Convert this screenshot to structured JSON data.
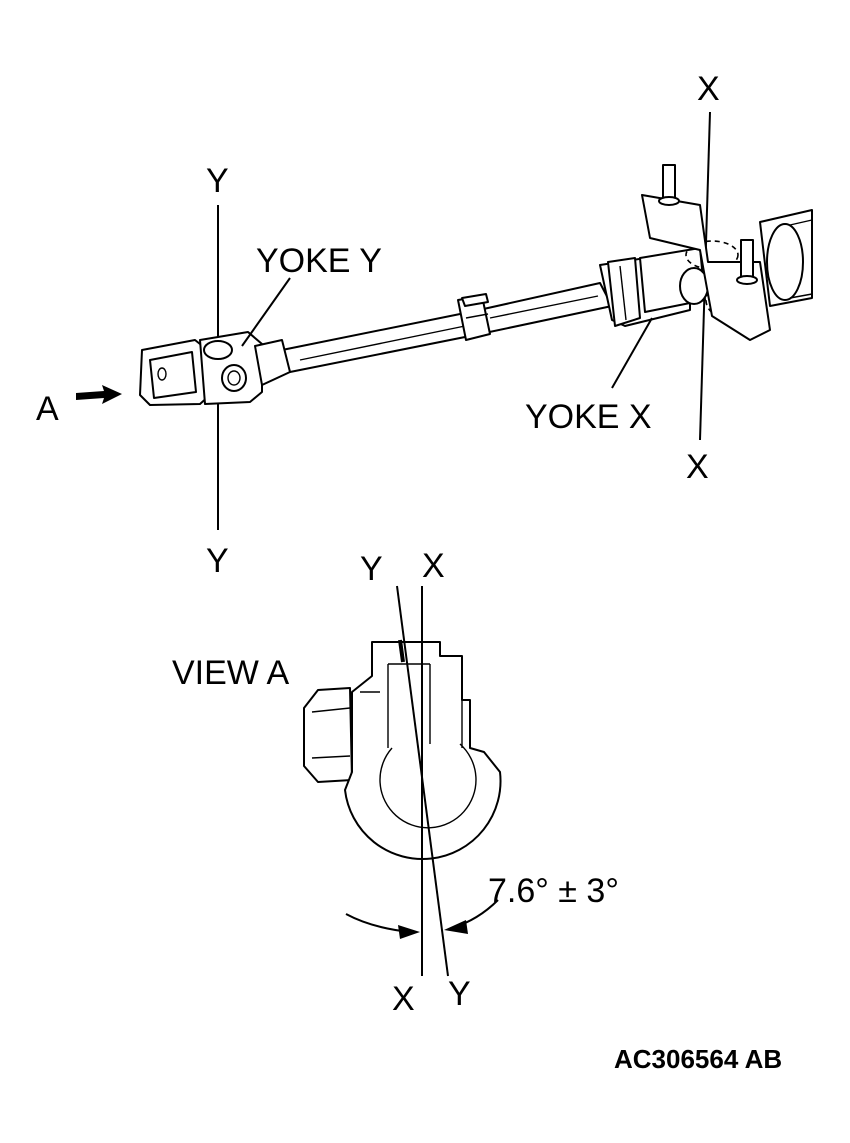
{
  "labels": {
    "yoke_y": "YOKE Y",
    "yoke_x": "YOKE X",
    "view_a": "VIEW A",
    "arrow_a": "A",
    "axis_y": "Y",
    "axis_x": "X",
    "angle": "7.6° ± 3°",
    "figure_code": "AC306564 AB"
  }
}
